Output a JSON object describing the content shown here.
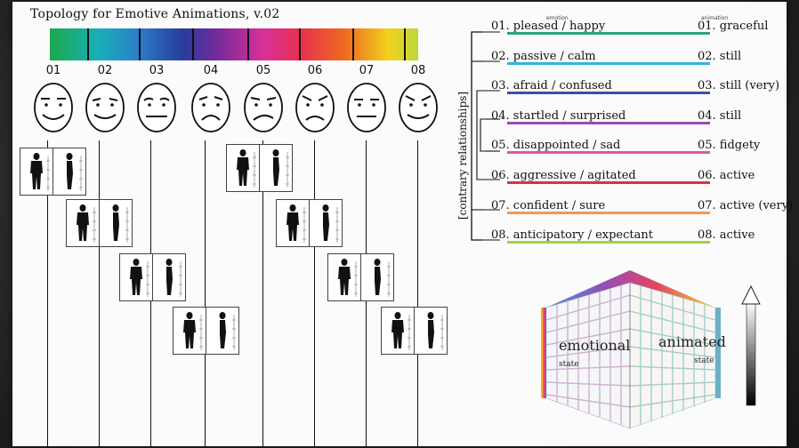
{
  "title": "Topology for Emotive Animations, v.02",
  "columns": [
    "01",
    "02",
    "03",
    "04",
    "05",
    "06",
    "07",
    "08"
  ],
  "bracket_label": "[contrary relationships]",
  "header_emotion": "emotion",
  "header_animation": "animation",
  "rows": [
    {
      "emotion": "01. pleased / happy",
      "animation": "01. graceful",
      "color": "#2aa37a"
    },
    {
      "emotion": "02. passive / calm",
      "animation": "02. still",
      "color": "#2fb7d6"
    },
    {
      "emotion": "03. afraid / confused",
      "animation": "03. still (very)",
      "color": "#3a4fa8"
    },
    {
      "emotion": "04. startled / surprised",
      "animation": "04. still",
      "color": "#9a4bb0"
    },
    {
      "emotion": "05. disappointed / sad",
      "animation": "05. fidgety",
      "color": "#e2559f"
    },
    {
      "emotion": "06. aggressive / agitated",
      "animation": "06. active",
      "color": "#d8343e"
    },
    {
      "emotion": "07. confident / sure",
      "animation": "07. active (very)",
      "color": "#ef9a52"
    },
    {
      "emotion": "08. anticipatory / expectant",
      "animation": "08. active",
      "color": "#a8cf4a"
    }
  ],
  "cube": {
    "left_label": "emotional",
    "left_sub": "state",
    "right_label": "animated",
    "right_sub": "state"
  }
}
